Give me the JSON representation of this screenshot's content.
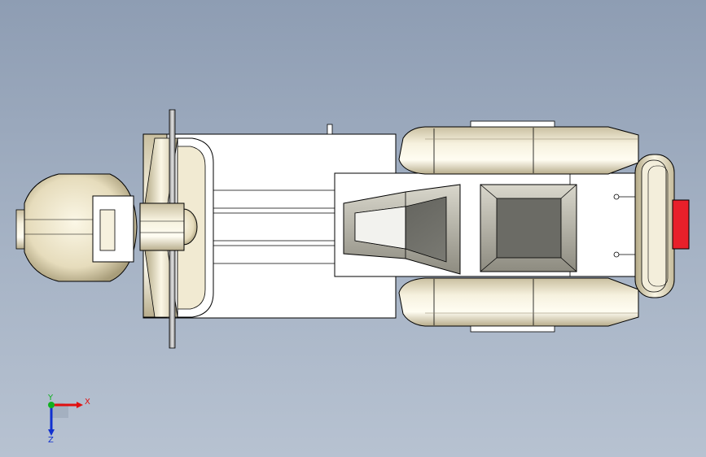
{
  "viewport": {
    "background_top": "#8e9db3",
    "background_bottom": "#b7c2d1"
  },
  "model": {
    "body_color": "#ffffff",
    "shaded_part_color": "#e9e1c6",
    "dark_cavity_color": "#6e6e68",
    "edge_color": "#000000",
    "indicator_color": "#e8202a"
  },
  "triad": {
    "x_label": "X",
    "y_label": "Y",
    "z_label": "Z",
    "x_color": "#e01010",
    "y_color": "#10b020",
    "z_color": "#1030d0"
  }
}
